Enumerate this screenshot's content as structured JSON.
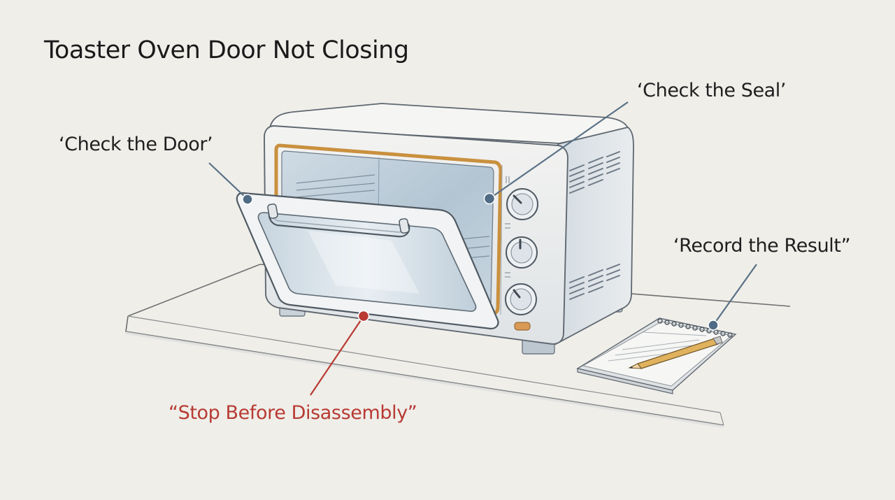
{
  "title": "Toaster Oven Door Not Closing",
  "callouts": {
    "door": "‘Check the Door’",
    "seal": "‘Check the Seal’",
    "result": "‘Record the Result”",
    "stop": "“Stop Before Disassembly”"
  },
  "colors": {
    "background": "#efeee9",
    "callout_line": "#5a7186",
    "callout_dot": "#4f6b85",
    "warning": "#b83a33",
    "door_seal": "#c9903e"
  }
}
